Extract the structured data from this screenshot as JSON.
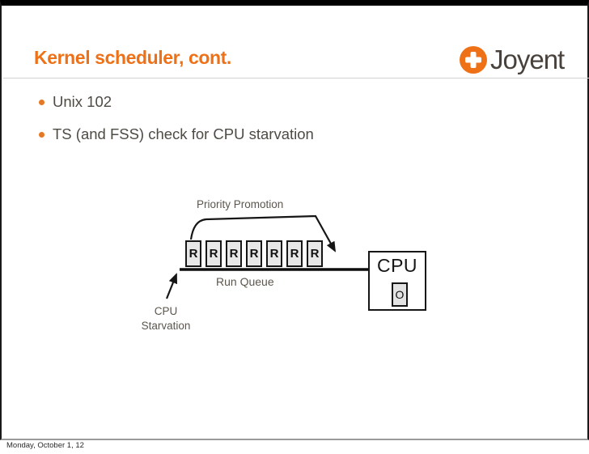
{
  "colors": {
    "accent_orange": "#EE7118",
    "bullet_orange": "#E87722",
    "body_text": "#4E4A44",
    "diagram_text": "#5C564E",
    "logo_text": "#49423C",
    "box_fill": "#E7E7E7",
    "line_black": "#161616",
    "slide_bottom_border": "#9A9A9A"
  },
  "slide": {
    "title": "Kernel scheduler, cont.",
    "bullets": [
      "Unix 102",
      "TS (and FSS) check for CPU starvation"
    ]
  },
  "logo": {
    "text": "Joyent",
    "mark": "plus-icon"
  },
  "diagram": {
    "priority_promotion_label": "Priority Promotion",
    "run_queue_label": "Run Queue",
    "cpu_starvation_label_line1": "CPU",
    "cpu_starvation_label_line2": "Starvation",
    "run_queue": {
      "boxes": [
        "R",
        "R",
        "R",
        "R",
        "R",
        "R",
        "R"
      ]
    },
    "cpu": {
      "label": "CPU",
      "thread": "O"
    }
  },
  "footer": {
    "timestamp": "Monday, October 1, 12"
  }
}
